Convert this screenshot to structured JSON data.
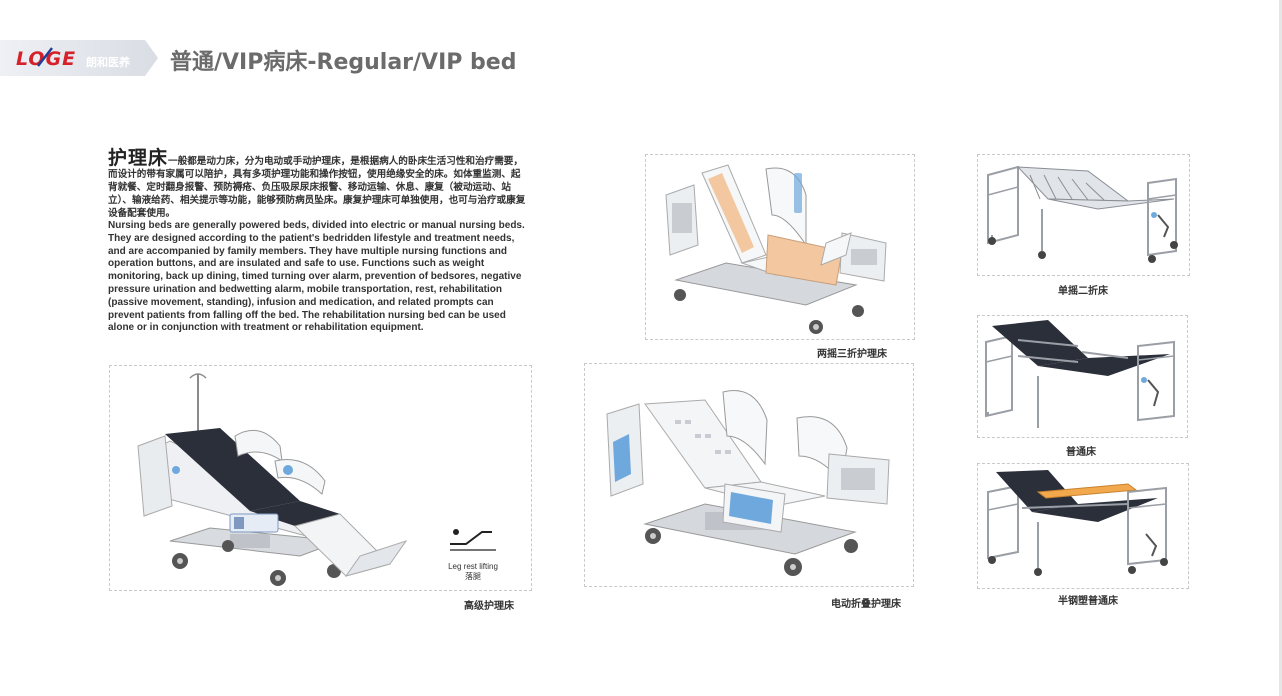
{
  "header": {
    "logo_text": "LOGE",
    "logo_cn": "朗和医养",
    "title": "普通/VIP病床-Regular/VIP bed"
  },
  "intro": {
    "heading": "护理床",
    "cn_text": "一般都是动力床，分为电动或手动护理床，是根据病人的卧床生活习性和治疗需要，而设计的带有家属可以陪护，具有多项护理功能和操作按钮，使用绝缘安全的床。如体重监测、起背就餐、定时翻身报警、预防褥疮、负压吸尿尿床报警、移动运输、休息、康复（被动运动、站立）、输液给药、相关提示等功能，能够预防病员坠床。康复护理床可单独使用，也可与治疗或康复设备配套使用。",
    "en_text": "Nursing beds are generally powered beds, divided into electric or manual nursing beds. They are designed according to the patient's bedridden lifestyle and treatment needs, and are accompanied by family members. They have multiple nursing functions and operation buttons, and are insulated and safe to use. Functions such as weight monitoring, back up dining, timed turning over alarm, prevention of bedsores, negative pressure urination and bedwetting alarm, mobile transportation, rest, rehabilitation (passive movement, standing), infusion and medication, and related prompts can prevent patients from falling off the bed. The rehabilitation nursing bed can be used alone or in conjunction with treatment or rehabilitation equipment."
  },
  "products": [
    {
      "caption": "高级护理床",
      "lift_label_en": "Leg rest lifting",
      "lift_label_cn": "落腿"
    },
    {
      "caption": "两摇三折护理床"
    },
    {
      "caption": "电动折叠护理床"
    },
    {
      "caption": "单摇二折床"
    },
    {
      "caption": "普通床"
    },
    {
      "caption": "半钢塑普通床"
    }
  ],
  "colors": {
    "brand_red": "#d6212b",
    "title_gray": "#6b6b6b",
    "orange_panel": "#f3c8a0",
    "blue_panel": "#6fa8dc",
    "mattress_dark": "#2b2f3a"
  }
}
